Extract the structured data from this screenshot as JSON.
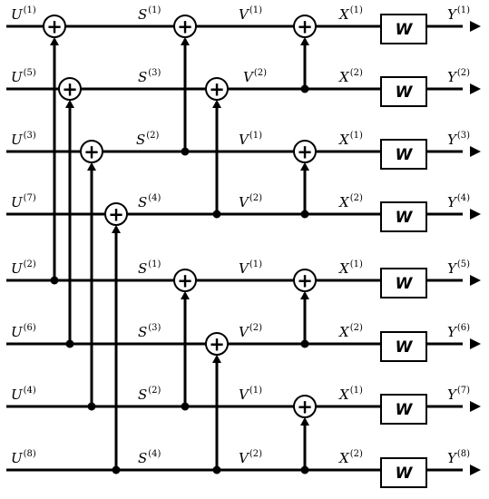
{
  "block_label": "W",
  "rows": [
    {
      "input": "U",
      "input_idx": "(1)",
      "s": "S",
      "s_idx": "(1)",
      "v": "V",
      "v_idx": "(1)",
      "x": "X",
      "x_idx": "(1)",
      "output": "Y",
      "output_idx": "(1)"
    },
    {
      "input": "U",
      "input_idx": "(5)",
      "s": "S",
      "s_idx": "(3)",
      "v": "V",
      "v_idx": "(2)",
      "x": "X",
      "x_idx": "(2)",
      "output": "Y",
      "output_idx": "(2)"
    },
    {
      "input": "U",
      "input_idx": "(3)",
      "s": "S",
      "s_idx": "(2)",
      "v": "V",
      "v_idx": "(1)",
      "x": "X",
      "x_idx": "(1)",
      "output": "Y",
      "output_idx": "(3)"
    },
    {
      "input": "U",
      "input_idx": "(7)",
      "s": "S",
      "s_idx": "(4)",
      "v": "V",
      "v_idx": "(2)",
      "x": "X",
      "x_idx": "(2)",
      "output": "Y",
      "output_idx": "(4)"
    },
    {
      "input": "U",
      "input_idx": "(2)",
      "s": "S",
      "s_idx": "(1)",
      "v": "V",
      "v_idx": "(1)",
      "x": "X",
      "x_idx": "(1)",
      "output": "Y",
      "output_idx": "(5)"
    },
    {
      "input": "U",
      "input_idx": "(6)",
      "s": "S",
      "s_idx": "(3)",
      "v": "V",
      "v_idx": "(2)",
      "x": "X",
      "x_idx": "(2)",
      "output": "Y",
      "output_idx": "(6)"
    },
    {
      "input": "U",
      "input_idx": "(4)",
      "s": "S",
      "s_idx": "(2)",
      "v": "V",
      "v_idx": "(1)",
      "x": "X",
      "x_idx": "(1)",
      "output": "Y",
      "output_idx": "(7)"
    },
    {
      "input": "U",
      "input_idx": "(8)",
      "s": "S",
      "s_idx": "(4)",
      "v": "V",
      "v_idx": "(2)",
      "x": "X",
      "x_idx": "(2)",
      "output": "Y",
      "output_idx": "(8)"
    }
  ],
  "xor_symbol": "+",
  "icons": {
    "adder": "circled-plus-icon",
    "junction": "junction-dot-icon",
    "arrow": "arrowhead-icon"
  }
}
